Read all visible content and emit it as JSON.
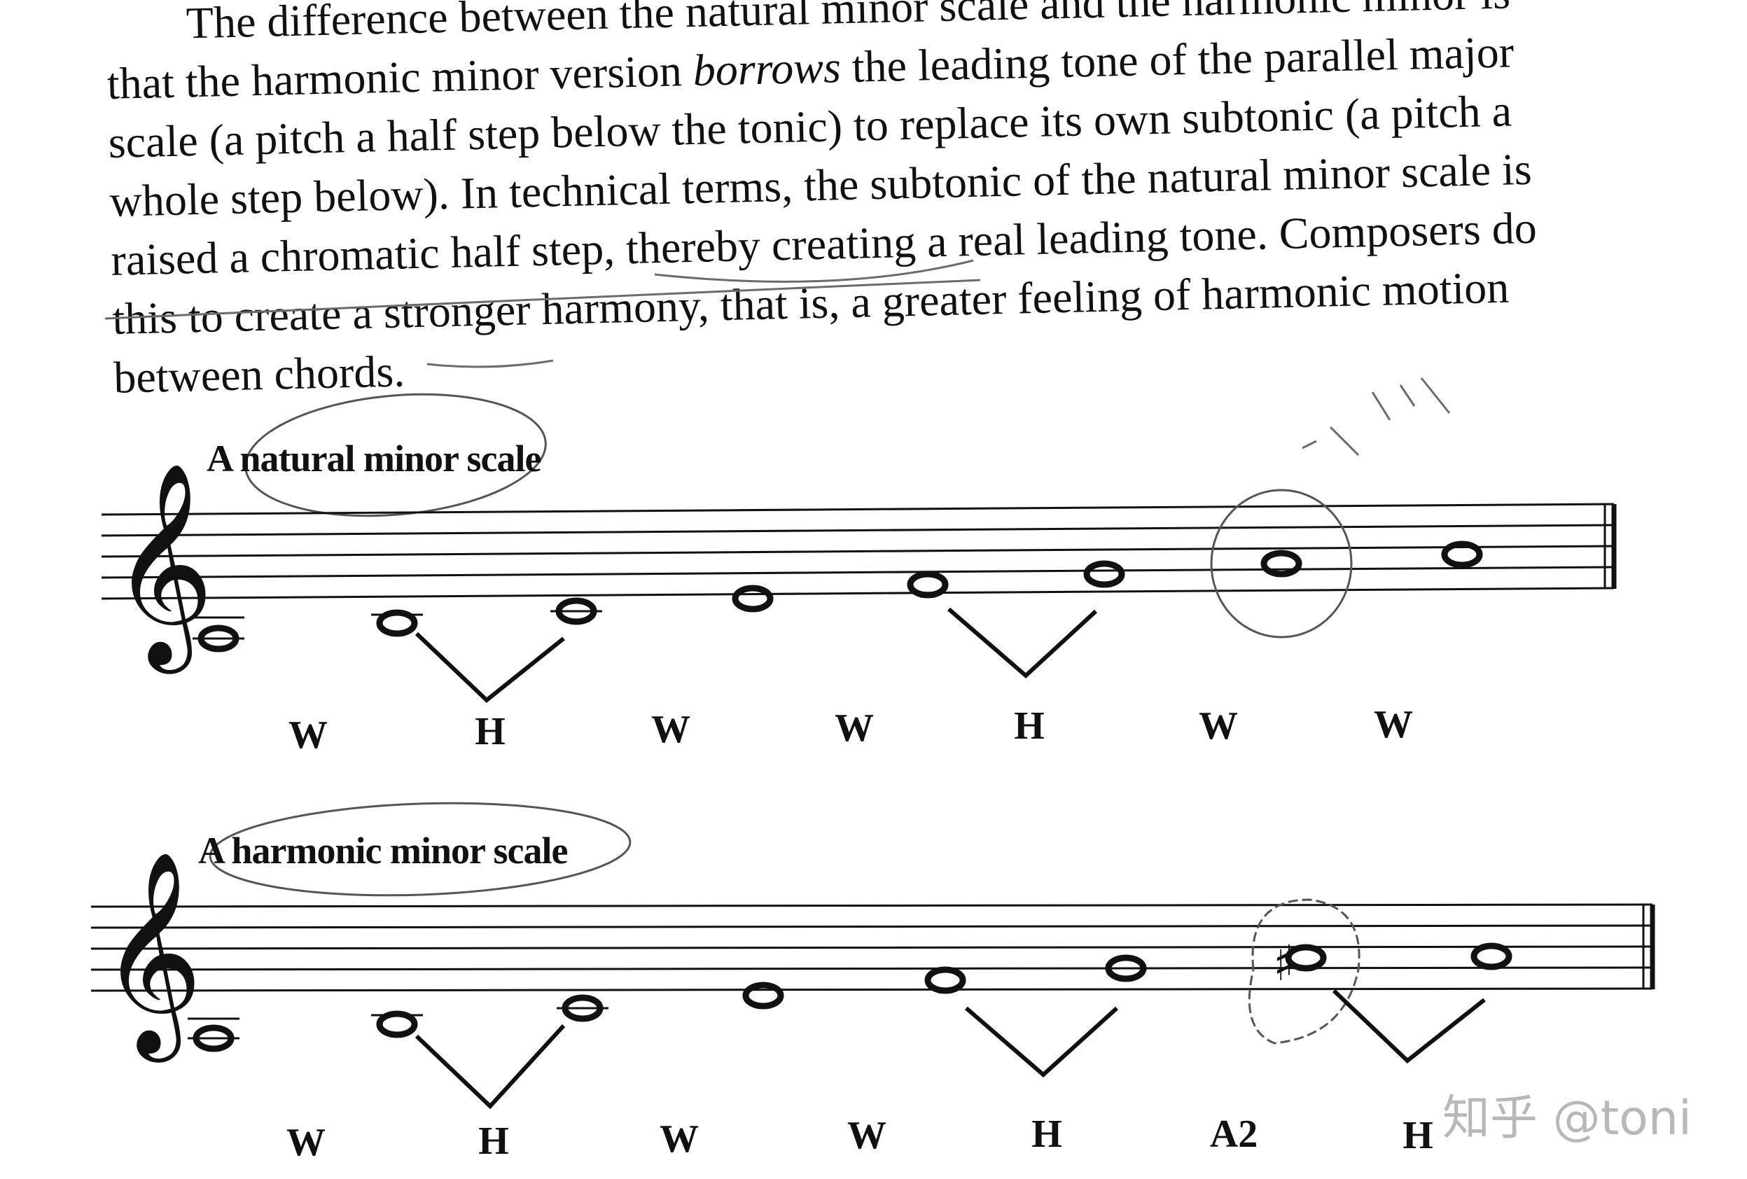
{
  "paragraph": {
    "lines": [
      [
        "The difference between the natural minor scale and the harmonic minor is"
      ],
      [
        "that the harmonic minor version ",
        "borrows",
        " the leading tone of the parallel major"
      ],
      [
        "scale (a pitch a half step below the tonic) to replace its own subtonic (a pitch a"
      ],
      [
        "whole step below). In technical terms, the subtonic of the natural minor scale is"
      ],
      [
        "raised a chromatic half step, thereby creating a real leading tone. Composers do"
      ],
      [
        "this to create a stronger harmony, that is, a greater feeling of harmonic motion"
      ],
      [
        "between chords."
      ]
    ]
  },
  "example1": {
    "title": "A natural minor scale",
    "steps": [
      "W",
      "H",
      "W",
      "W",
      "H",
      "W",
      "W"
    ]
  },
  "example2": {
    "title": "A harmonic minor scale",
    "steps": [
      "W",
      "H",
      "W",
      "W",
      "H",
      "A2",
      "H"
    ]
  },
  "symbols": {
    "treble_clef": "𝄞",
    "sharp": "♯"
  },
  "watermark": "知乎 @toni",
  "colors": {
    "ink": "#111111",
    "pencil": "#6b6b6b",
    "watermark": "#b8b8b8"
  }
}
